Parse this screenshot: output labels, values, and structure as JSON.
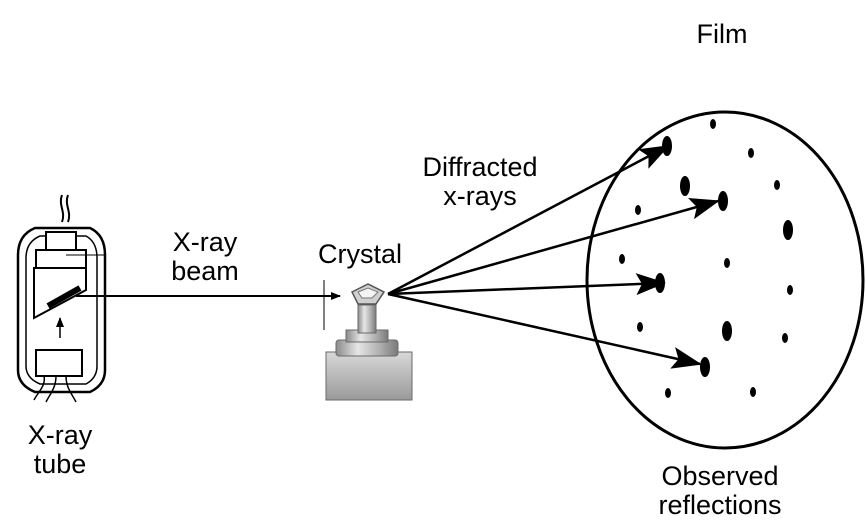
{
  "labels": {
    "film": "Film",
    "diffracted_line1": "Diffracted",
    "diffracted_line2": "x-rays",
    "beam_line1": "X-ray",
    "beam_line2": "beam",
    "crystal": "Crystal",
    "tube_line1": "X-ray",
    "tube_line2": "tube",
    "observed_line1": "Observed",
    "observed_line2": "reflections"
  },
  "colors": {
    "ink": "#000000",
    "background": "#ffffff",
    "crystal_mount": "#b8b8b8"
  },
  "icons": {
    "tube": "x-ray-tube-icon",
    "crystal": "crystal-goniometer-icon"
  }
}
